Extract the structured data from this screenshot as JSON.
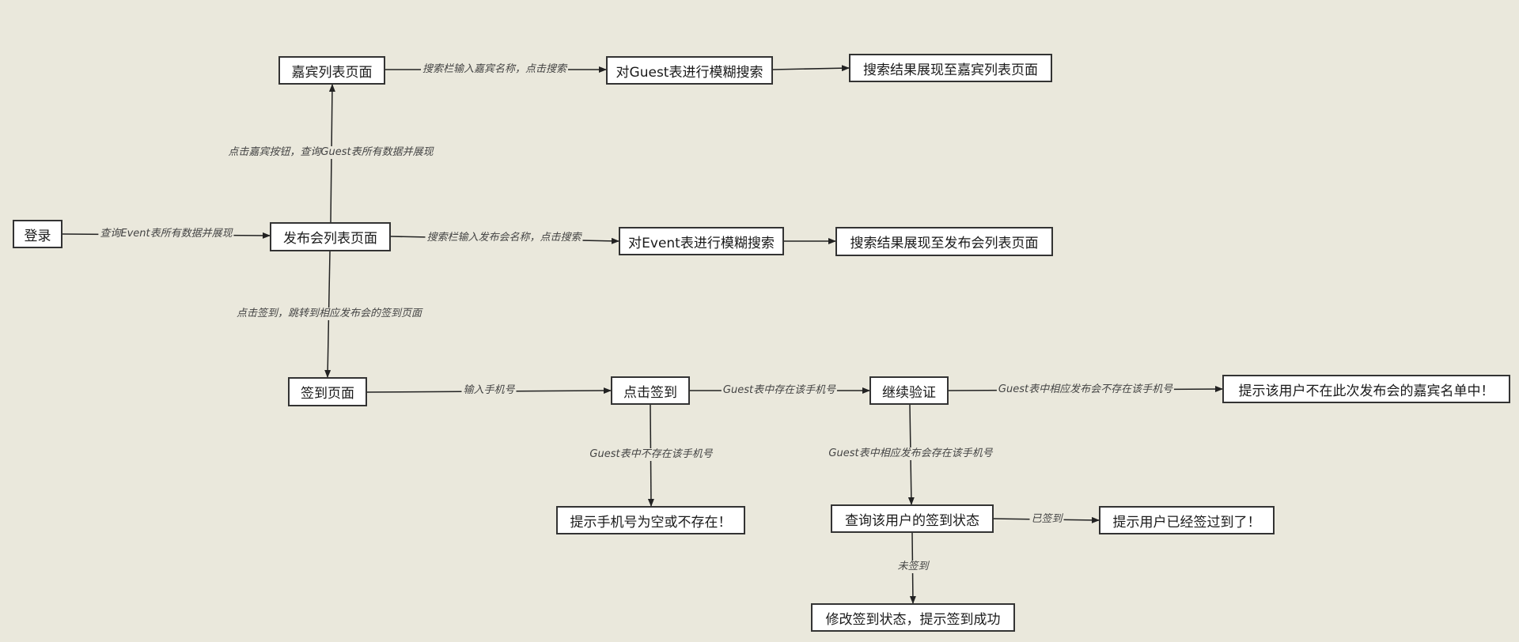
{
  "colors": {
    "background": "#eae8dc",
    "node_fill": "#ffffff",
    "node_border": "#333333",
    "edge": "#222222"
  },
  "nodes": {
    "login": "登录",
    "guest_list_page": "嘉宾列表页面",
    "guest_fuzzy_search": "对Guest表进行模糊搜索",
    "guest_search_result": "搜索结果展现至嘉宾列表页面",
    "event_list_page": "发布会列表页面",
    "event_fuzzy_search": "对Event表进行模糊搜索",
    "event_search_result": "搜索结果展现至发布会列表页面",
    "signin_page": "签到页面",
    "click_signin": "点击签到",
    "continue_verify": "继续验证",
    "not_in_guest_list": "提示该用户不在此次发布会的嘉宾名单中！",
    "phone_empty_or_missing": "提示手机号为空或不存在！",
    "query_signin_status": "查询该用户的签到状态",
    "already_signed": "提示用户已经签过到了！",
    "update_signin_status": "修改签到状态，提示签到成功"
  },
  "edges": {
    "login_to_event_list": "查询Event表所有数据并展现",
    "event_list_to_guest_list": "点击嘉宾按钮，查询Guest表所有数据并展现",
    "guest_list_to_search": "搜索栏输入嘉宾名称，点击搜索",
    "guest_search_to_result": "",
    "event_list_to_search": "搜索栏输入发布会名称，点击搜索",
    "event_search_to_result": "",
    "event_list_to_signin": "点击签到，跳转到相应发布会的签到页面",
    "signin_to_click": "输入手机号",
    "click_to_continue": "Guest表中存在该手机号",
    "click_to_phone_missing": "Guest表中不存在该手机号",
    "continue_to_not_in_list": "Guest表中相应发布会不存在该手机号",
    "continue_to_query_status": "Guest表中相应发布会存在该手机号",
    "query_to_already_signed": "已签到",
    "query_to_update": "未签到"
  }
}
